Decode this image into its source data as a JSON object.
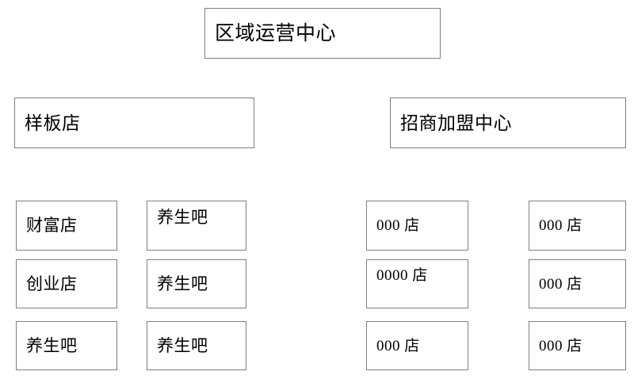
{
  "diagram": {
    "title": "区域运营中心",
    "background_color": "#ffffff",
    "border_color": "#808080",
    "text_color": "#000000",
    "root": {
      "label": "区域运营中心"
    },
    "branches": [
      {
        "label": "样板店",
        "children_columns": [
          {
            "items": [
              "财富店",
              "创业店",
              "养生吧"
            ]
          },
          {
            "items": [
              "养生吧",
              "养生吧",
              "养生吧"
            ]
          }
        ]
      },
      {
        "label": "招商加盟中心",
        "children_columns": [
          {
            "items": [
              "000 店",
              "0000 店",
              "000 店"
            ]
          },
          {
            "items": [
              "000 店",
              "000 店",
              "000 店"
            ]
          }
        ]
      }
    ]
  }
}
